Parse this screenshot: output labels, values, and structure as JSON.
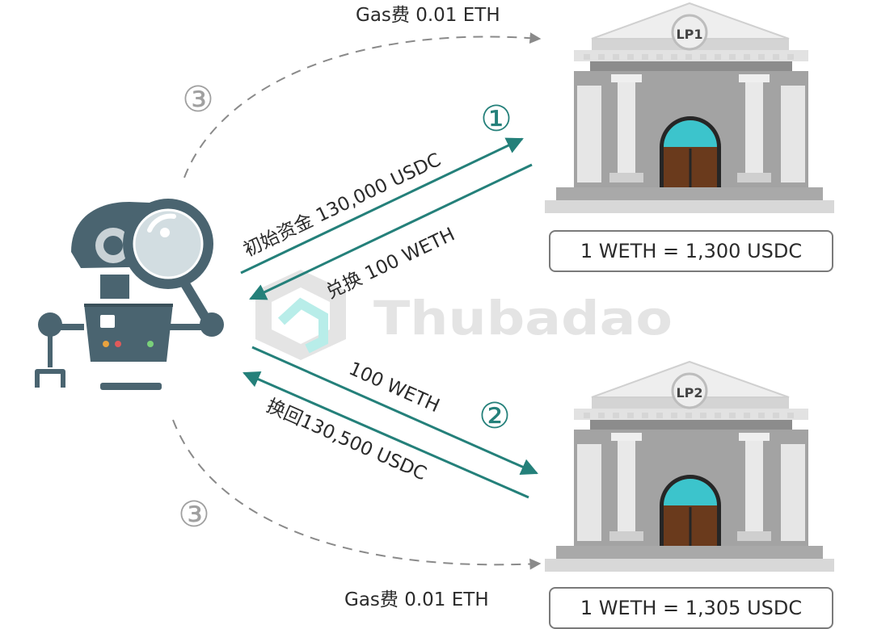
{
  "gas_fee_top": "Gas费 0.01 ETH",
  "gas_fee_bottom": "Gas费 0.01 ETH",
  "step_marker_3_top": "③",
  "step_marker_3_bottom": "③",
  "step_marker_1": "①",
  "step_marker_2": "②",
  "flow_1_out": "初始资金 130,000 USDC",
  "flow_1_back": "兑换 100 WETH",
  "flow_2_out": "100 WETH",
  "flow_2_back": "换回130,500 USDC",
  "pool_1": {
    "label": "LP1",
    "price": "1 WETH = 1,300 USDC"
  },
  "pool_2": {
    "label": "LP2",
    "price": "1 WETH = 1,305 USDC"
  },
  "watermark": "Thubadao",
  "colors": {
    "teal": "#24807a",
    "gray_line": "#8a8a8a",
    "robot": "#4a6470",
    "dome": "#3cc4cc"
  }
}
